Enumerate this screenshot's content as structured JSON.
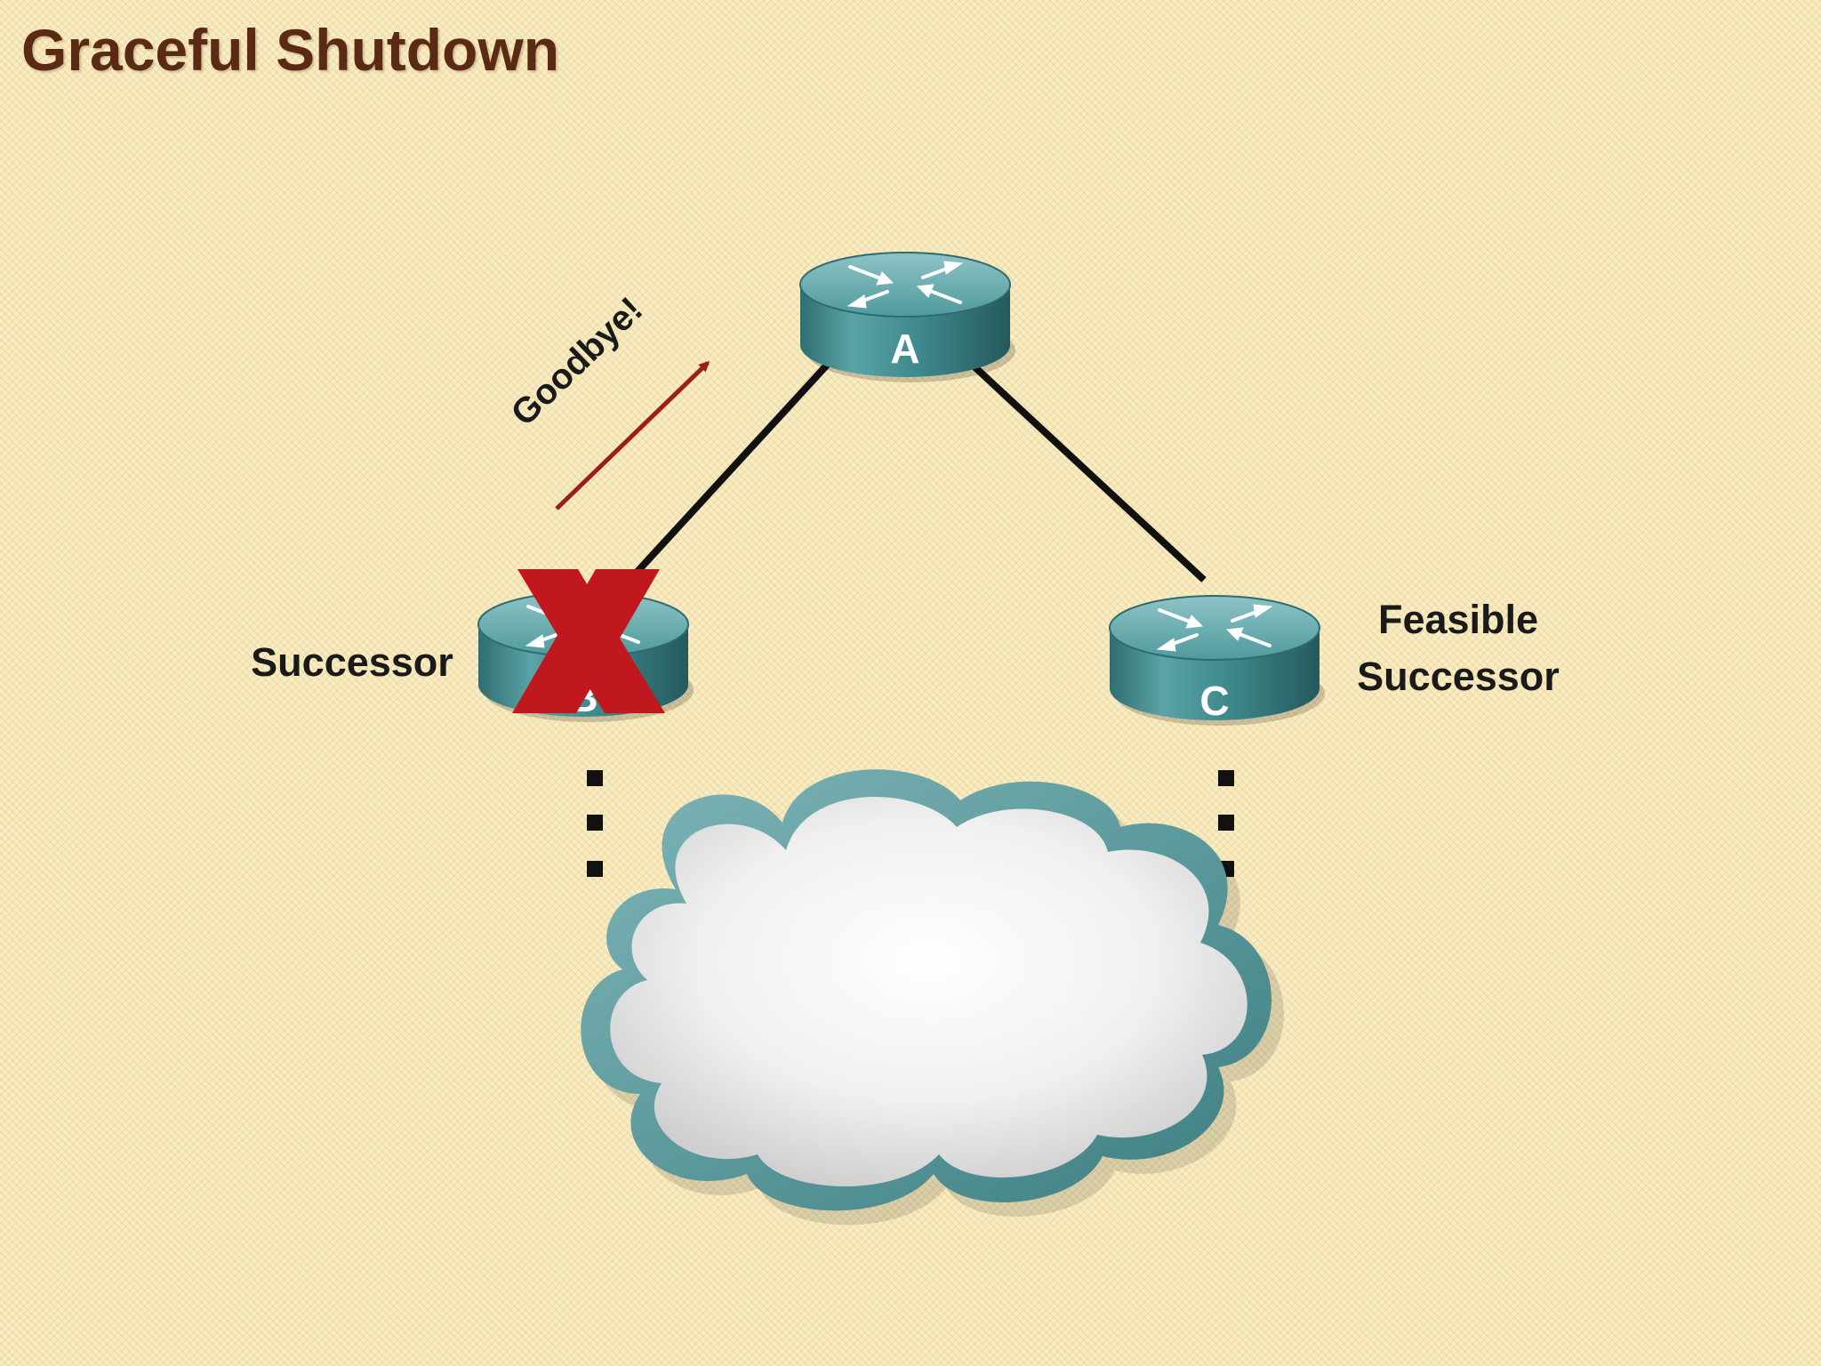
{
  "title": "Graceful Shutdown",
  "routers": {
    "a": {
      "letter": "A"
    },
    "b": {
      "letter": "B",
      "role": "Successor",
      "status": "down"
    },
    "c": {
      "letter": "C",
      "role_line1": "Feasible",
      "role_line2": "Successor"
    }
  },
  "message": {
    "text": "Goodbye!",
    "from": "B",
    "to": "A"
  },
  "links": [
    {
      "from": "A",
      "to": "B",
      "style": "solid"
    },
    {
      "from": "A",
      "to": "C",
      "style": "solid"
    },
    {
      "from": "B",
      "to": "network",
      "style": "dotted"
    },
    {
      "from": "C",
      "to": "network",
      "style": "dotted"
    }
  ],
  "colors": {
    "title": "#5a2a14",
    "router": "#3f8a8e",
    "x_mark": "#c0181e",
    "goodbye_arrow": "#9b1d20",
    "cloud_border": "#4f9296"
  },
  "icons": {
    "router": "router-icon",
    "failed": "x-mark-icon",
    "network": "cloud-icon"
  }
}
